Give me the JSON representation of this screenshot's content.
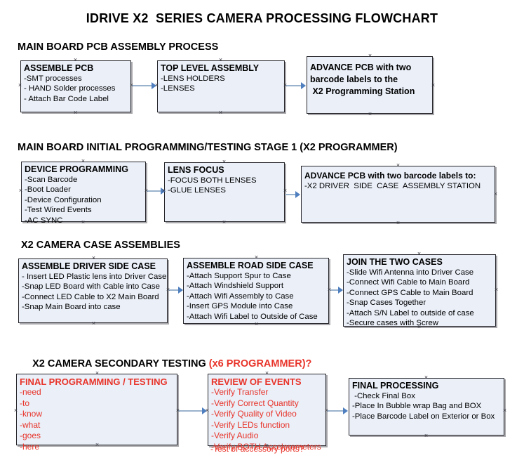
{
  "document": {
    "title": "IDRIVE X2  SERIES CAMERA PROCESSING FLOWCHART"
  },
  "sections": [
    {
      "id": "main-board-pcb-assembly-process",
      "heading": "MAIN BOARD PCB ASSEMBLY PROCESS",
      "heading_accent": "",
      "boxes": [
        {
          "id": "assemble-pcb",
          "title": "ASSEMBLE PCB",
          "lines": [
            "-SMT processes",
            "- HAND Solder processes",
            "- Attach Bar Code Label"
          ]
        },
        {
          "id": "top-level-assembly",
          "title": "TOP LEVEL ASSEMBLY",
          "lines": [
            "-LENS HOLDERS",
            "-LENSES"
          ]
        },
        {
          "id": "advance-pcb-to-x2-programming-station",
          "title": "ADVANCE PCB with two\nbarcode labels to the\n X2 Programming Station",
          "lines": []
        }
      ]
    },
    {
      "id": "main-board-initial-programming-testing-stage-1",
      "heading": "MAIN BOARD INITIAL PROGRAMMING/TESTING STAGE 1 (X2 PROGRAMMER)",
      "heading_accent": "",
      "boxes": [
        {
          "id": "device-programming",
          "title": "DEVICE PROGRAMMING",
          "lines": [
            "-Scan Barcode",
            "-Boot Loader",
            "-Device Configuration",
            "-Test Wired Events",
            "-AC SYNC"
          ]
        },
        {
          "id": "lens-focus",
          "title": "LENS FOCUS",
          "lines": [
            "-FOCUS BOTH LENSES",
            "-GLUE LENSES"
          ]
        },
        {
          "id": "advance-pcb-to-driver-side-case-assembly",
          "title": "ADVANCE PCB with two barcode labels to:",
          "lines": [
            "-X2 DRIVER  SIDE  CASE  ASSEMBLY STATION"
          ]
        }
      ]
    },
    {
      "id": "x2-camera-case-assemblies",
      "heading": "X2 CAMERA CASE ASSEMBLIES",
      "heading_accent": "",
      "boxes": [
        {
          "id": "assemble-driver-side-case",
          "title": "ASSEMBLE DRIVER SIDE CASE",
          "lines": [
            "- Insert LED Plastic lens into Driver Case",
            "-Snap LED Board with Cable into Case",
            "-Connect LED Cable to X2 Main Board",
            "-Snap Main Board into case"
          ]
        },
        {
          "id": "assemble-road-side-case",
          "title": "ASSEMBLE ROAD SIDE CASE",
          "lines": [
            "-Attach Support Spur to Case",
            "-Attach Windshield Support",
            "-Attach Wifi Assembly to Case",
            "-Insert GPS Module into Case",
            "-Attach Wifi Label to Outside of Case"
          ]
        },
        {
          "id": "join-the-two-cases",
          "title": "JOIN THE TWO CASES",
          "lines": [
            "-Slide Wifi Antenna into Driver Case",
            "-Connect Wifi Cable to Main Board",
            "-Connect GPS Cable to Main Board",
            "-Snap Cases Together",
            "-Attach S/N Label to outside of case",
            "-Secure cases with Screw"
          ]
        }
      ]
    },
    {
      "id": "x2-camera-secondary-testing",
      "heading": "X2 CAMERA SECONDARY TESTING ",
      "heading_accent": "(x6 PROGRAMMER)?",
      "boxes": [
        {
          "id": "final-programming-testing",
          "title": "FINAL PROGRAMMING / TESTING",
          "lines": [
            "-need",
            "-to",
            "-know",
            "-what",
            "-goes",
            "-here"
          ]
        },
        {
          "id": "review-of-events",
          "title": "REVIEW OF EVENTS",
          "lines": [
            "-Verify Transfer",
            "-Verify Correct Quantity",
            "-Verify Quality of Video",
            "-Verify LEDs function",
            "-Verify Audio",
            "-Verify BOTH Accelerometers"
          ],
          "overflow_line": "-Test of accessory ports?"
        },
        {
          "id": "final-processing",
          "title": "FINAL PROCESSING",
          "lines": [
            " -Check Final Box",
            "-Place In Bubble wrap Bag and BOX",
            "-Place Barcode Label on Exterior or Box"
          ]
        }
      ]
    }
  ],
  "colors": {
    "box_fill": "#eaeff8",
    "box_border": "#26262b",
    "connector": "#9ab3cd",
    "arrow": "#4f7fbf",
    "accent_red": "#e8342a",
    "text": "#000000"
  }
}
